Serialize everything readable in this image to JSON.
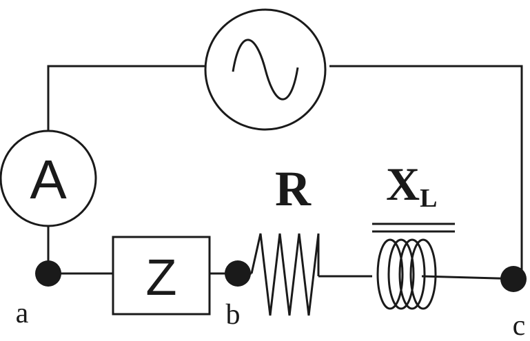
{
  "components": {
    "ammeter": "A",
    "impedance": "Z",
    "resistor": "R",
    "inductor": {
      "symbol": "X",
      "subscript": "L"
    }
  },
  "nodes": {
    "a": "a",
    "b": "b",
    "c": "c"
  },
  "colors": {
    "stroke": "#1a1a1a",
    "background": "#ffffff"
  }
}
